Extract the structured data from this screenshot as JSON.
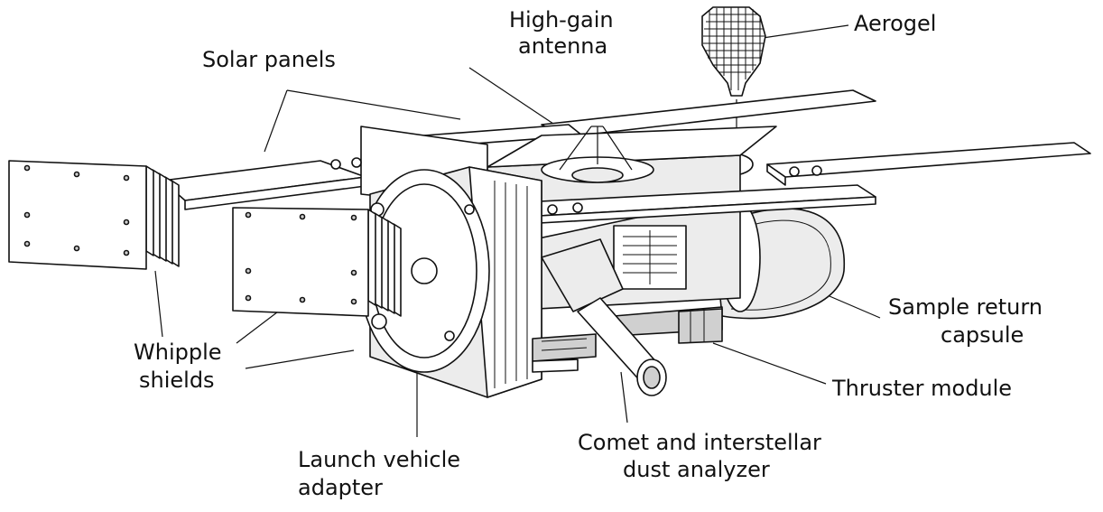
{
  "labels": {
    "high_gain_antenna_1": "High-gain",
    "high_gain_antenna_2": "antenna",
    "aerogel": "Aerogel",
    "solar_panels": "Solar panels",
    "sample_return_1": "Sample return",
    "sample_return_2": "capsule",
    "whipple_1": "Whipple",
    "whipple_2": "shields",
    "thruster_module": "Thruster module",
    "launch_adapter_1": "Launch vehicle",
    "launch_adapter_2": "adapter",
    "dust_analyzer_1": "Comet and interstellar",
    "dust_analyzer_2": "dust analyzer"
  }
}
